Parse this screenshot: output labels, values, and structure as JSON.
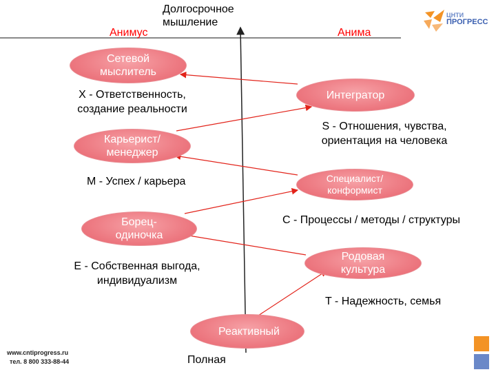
{
  "axis": {
    "top_label": "Долгосрочное мышление",
    "bottom_label": "Полная",
    "left_pole": "Анимус",
    "right_pole": "Анима"
  },
  "nodes": {
    "network": "Сетевой мыслитель",
    "integrator": "Интегратор",
    "careerist": "Карьерист/ менеджер",
    "specialist": "Специалист/ конформист",
    "loner": "Борец-одиночка",
    "clan": "Родовая культура",
    "reactive": "Реактивный"
  },
  "descriptions": {
    "x": "X - Ответственность, создание реальности",
    "s": "S - Отношения, чувства, ориентация на человека",
    "m": "M - Успех / карьера",
    "c": "C - Процессы / методы / структуры",
    "e": "E - Собственная выгода, индивидуализм",
    "t": "T - Надежность, семья"
  },
  "footer": {
    "url": "www.cntiprogress.ru",
    "phone": "тел. 8 800 333-88-44"
  },
  "logo": {
    "line1": "ЦНТИ",
    "line2": "ПРОГРЕСС"
  },
  "colors": {
    "node_fill": "#ee7d85",
    "arrow": "#e2231a",
    "pole_text": "#ff0000",
    "logo_orange": "#f39325",
    "logo_blue": "#3a5fb0"
  }
}
